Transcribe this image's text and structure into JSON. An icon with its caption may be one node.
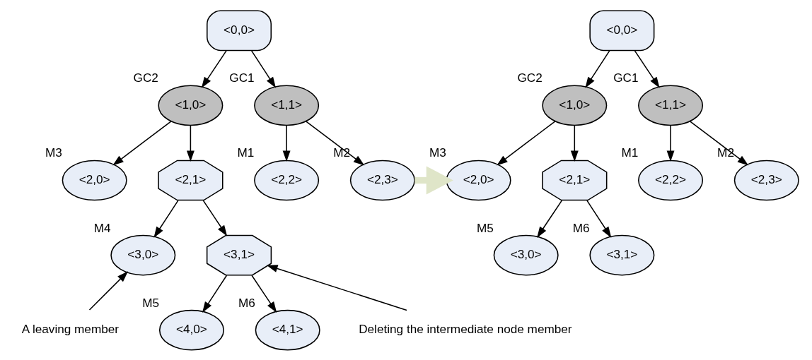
{
  "diagram": {
    "nodes": [
      {
        "text": [
          "<0,0>"
        ]
      },
      {
        "text": [
          "<1,0>"
        ],
        "beside": [
          "GC2"
        ]
      },
      {
        "text": [
          "<1,1>"
        ],
        "beside": [
          "GC1"
        ]
      },
      {
        "text": [
          "<2,0>"
        ],
        "beside": [
          "M3"
        ]
      },
      {
        "text": [
          "<2,1>"
        ]
      },
      {
        "text": [
          "<2,2>"
        ],
        "beside": [
          "M1"
        ]
      },
      {
        "text": [
          "<2,3>"
        ],
        "beside": [
          "M2"
        ]
      },
      {
        "text": [
          "<3,0>"
        ],
        "beside": [
          "M4"
        ]
      },
      {
        "text": [
          "<3,1>"
        ]
      },
      {
        "text": [
          "<4,0>"
        ],
        "beside": [
          "M5"
        ]
      },
      {
        "text": [
          "<4,1>"
        ],
        "beside": [
          "M6"
        ]
      },
      {
        "text": [
          "A leaving member"
        ]
      },
      {
        "text": [
          "Deleting the intermediate node member"
        ]
      },
      {
        "text": [
          "<0,0>"
        ]
      },
      {
        "text": [
          "<1,0>"
        ],
        "beside": [
          "GC2"
        ]
      },
      {
        "text": [
          "<1,1>"
        ],
        "beside": [
          "GC1"
        ]
      },
      {
        "text": [
          "<2,0>"
        ],
        "beside": [
          "M3"
        ]
      },
      {
        "text": [
          "<2,1>"
        ]
      },
      {
        "text": [
          "<2,2>"
        ],
        "beside": [
          "M1"
        ]
      },
      {
        "text": [
          "<2,3>"
        ],
        "beside": [
          "M2"
        ]
      },
      {
        "text": [
          "<3,0>"
        ],
        "beside": [
          "M5"
        ]
      },
      {
        "text": [
          "<3,1>"
        ],
        "beside": [
          "M6"
        ]
      }
    ],
    "edges": [
      {
        "from": 0,
        "to": 1,
        "arrow": "to"
      },
      {
        "from": 0,
        "to": 2,
        "arrow": "to"
      },
      {
        "from": 1,
        "to": 3,
        "arrow": "to"
      },
      {
        "from": 1,
        "to": 4,
        "arrow": "to"
      },
      {
        "from": 2,
        "to": 5,
        "arrow": "to"
      },
      {
        "from": 2,
        "to": 6,
        "arrow": "to"
      },
      {
        "from": 4,
        "to": 7,
        "arrow": "to"
      },
      {
        "from": 4,
        "to": 8,
        "arrow": "to"
      },
      {
        "from": 8,
        "to": 9,
        "arrow": "to"
      },
      {
        "from": 8,
        "to": 10,
        "arrow": "to"
      },
      {
        "from": 11,
        "to": 7,
        "arrow": "to"
      },
      {
        "from": 12,
        "to": 8,
        "arrow": "to"
      },
      {
        "from": 6,
        "to": 16,
        "arrow": "to",
        "style": "thick",
        "color": "#dfe5c8"
      },
      {
        "from": 13,
        "to": 14,
        "arrow": "to"
      },
      {
        "from": 13,
        "to": 15,
        "arrow": "to"
      },
      {
        "from": 14,
        "to": 16,
        "arrow": "to"
      },
      {
        "from": 14,
        "to": 17,
        "arrow": "to"
      },
      {
        "from": 15,
        "to": 18,
        "arrow": "to"
      },
      {
        "from": 15,
        "to": 19,
        "arrow": "to"
      },
      {
        "from": 17,
        "to": 20,
        "arrow": "to"
      },
      {
        "from": 17,
        "to": 21,
        "arrow": "to"
      }
    ]
  }
}
